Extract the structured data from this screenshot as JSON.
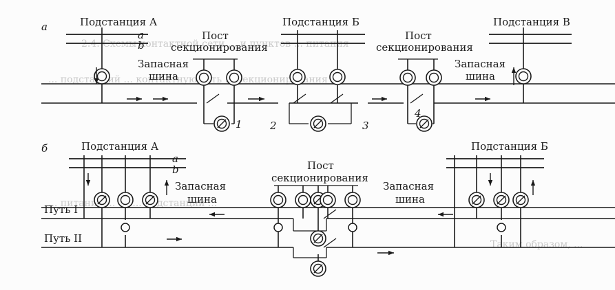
{
  "labels": {
    "part_a": "а",
    "part_b": "б",
    "line_a": "a",
    "line_b": "b",
    "substation_a": "Подстанция А",
    "substation_b": "Подстанция Б",
    "substation_v": "Подстанция В",
    "post_line1": "Пост",
    "post_line2": "секционирования",
    "spare_line1": "Запасная",
    "spare_line2": "шина",
    "track_1": "Путь I",
    "track_2": "Путь II",
    "num_1": "1",
    "num_2": "2",
    "num_3": "3",
    "num_4": "4"
  },
  "background_text": {
    "heading": "2.4. Схемы контактной сети ... и пунктов ... питания",
    "line1": "... подстанций ... контактную сеть ... секционирования ...",
    "line2": "... питание ... от ... подстанций ...",
    "line3": "Таким образом, ..."
  },
  "colors": {
    "ink": "#1a1a1a",
    "paper": "#fcfcfc",
    "ghost_text": "#c9c9c9"
  }
}
